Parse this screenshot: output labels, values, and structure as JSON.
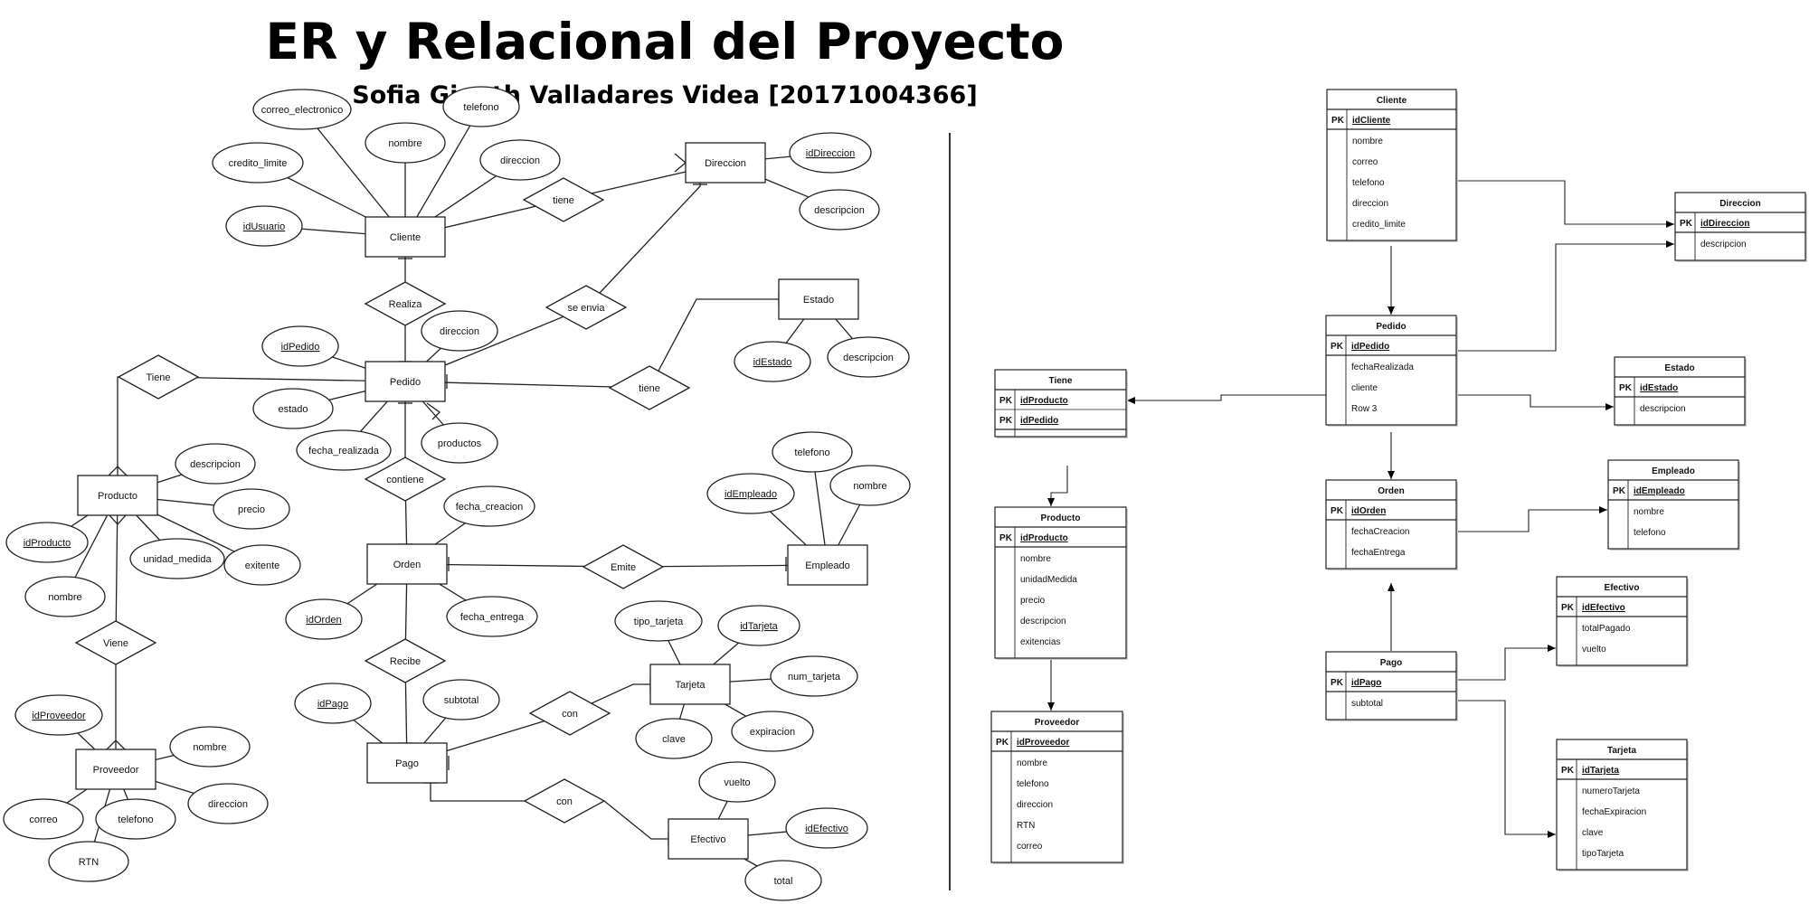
{
  "title": "ER y Relacional del Proyecto",
  "subtitle": "Sofia Gineth Valladares Videa [20171004366]",
  "er": {
    "entities": [
      {
        "id": "cliente",
        "label": "Cliente"
      },
      {
        "id": "direccion",
        "label": "Direccion"
      },
      {
        "id": "estado",
        "label": "Estado"
      },
      {
        "id": "pedido",
        "label": "Pedido"
      },
      {
        "id": "producto",
        "label": "Producto"
      },
      {
        "id": "orden",
        "label": "Orden"
      },
      {
        "id": "empleado",
        "label": "Empleado"
      },
      {
        "id": "tarjeta",
        "label": "Tarjeta"
      },
      {
        "id": "proveedor",
        "label": "Proveedor"
      },
      {
        "id": "pago",
        "label": "Pago"
      },
      {
        "id": "efectivo",
        "label": "Efectivo"
      }
    ],
    "relationships": [
      {
        "id": "tiene_cd",
        "label": "tiene"
      },
      {
        "id": "realiza",
        "label": "Realiza"
      },
      {
        "id": "seenvia",
        "label": "se envia"
      },
      {
        "id": "tiene_pp",
        "label": "Tiene"
      },
      {
        "id": "tiene_pe",
        "label": "tiene"
      },
      {
        "id": "contiene",
        "label": "contiene"
      },
      {
        "id": "emite",
        "label": "Emite"
      },
      {
        "id": "viene",
        "label": "Viene"
      },
      {
        "id": "recibe",
        "label": "Recibe"
      },
      {
        "id": "con_t",
        "label": "con"
      },
      {
        "id": "con_e",
        "label": "con"
      }
    ],
    "attributes": [
      {
        "id": "a_correo",
        "label": "correo_electronico",
        "key": false
      },
      {
        "id": "a_telefono_c",
        "label": "telefono",
        "key": false
      },
      {
        "id": "a_nombre_c",
        "label": "nombre",
        "key": false
      },
      {
        "id": "a_credito",
        "label": "credito_limite",
        "key": false
      },
      {
        "id": "a_direccion_c",
        "label": "direccion",
        "key": false
      },
      {
        "id": "a_idusuario",
        "label": "idUsuario",
        "key": true
      },
      {
        "id": "a_iddireccion",
        "label": "idDireccion",
        "key": true
      },
      {
        "id": "a_desc_d",
        "label": "descripcion",
        "key": false
      },
      {
        "id": "a_idpedido",
        "label": "idPedido",
        "key": true
      },
      {
        "id": "a_direccion_p",
        "label": "direccion",
        "key": false
      },
      {
        "id": "a_estado_p",
        "label": "estado",
        "key": false
      },
      {
        "id": "a_fecha_real",
        "label": "fecha_realizada",
        "key": false
      },
      {
        "id": "a_productos",
        "label": "productos",
        "key": false
      },
      {
        "id": "a_idestado",
        "label": "idEstado",
        "key": true
      },
      {
        "id": "a_desc_e",
        "label": "descripcion",
        "key": false
      },
      {
        "id": "a_desc_prod",
        "label": "descripcion",
        "key": false
      },
      {
        "id": "a_precio",
        "label": "precio",
        "key": false
      },
      {
        "id": "a_idproducto",
        "label": "idProducto",
        "key": true
      },
      {
        "id": "a_unidad",
        "label": "unidad_medida",
        "key": false
      },
      {
        "id": "a_exitente",
        "label": "exitente",
        "key": false
      },
      {
        "id": "a_nombre_prod",
        "label": "nombre",
        "key": false
      },
      {
        "id": "a_fecha_crea",
        "label": "fecha_creacion",
        "key": false
      },
      {
        "id": "a_idorden",
        "label": "idOrden",
        "key": true
      },
      {
        "id": "a_fecha_ent",
        "label": "fecha_entrega",
        "key": false
      },
      {
        "id": "a_telefono_emp",
        "label": "telefono",
        "key": false
      },
      {
        "id": "a_idempleado",
        "label": "idEmpleado",
        "key": true
      },
      {
        "id": "a_nombre_emp",
        "label": "nombre",
        "key": false
      },
      {
        "id": "a_tipo_tarjeta",
        "label": "tipo_tarjeta",
        "key": false
      },
      {
        "id": "a_idtarjeta",
        "label": "idTarjeta",
        "key": true
      },
      {
        "id": "a_num_tarjeta",
        "label": "num_tarjeta",
        "key": false
      },
      {
        "id": "a_clave",
        "label": "clave",
        "key": false
      },
      {
        "id": "a_expiracion",
        "label": "expiracion",
        "key": false
      },
      {
        "id": "a_idproveedor",
        "label": "idProveedor",
        "key": true
      },
      {
        "id": "a_nombre_prov",
        "label": "nombre",
        "key": false
      },
      {
        "id": "a_correo_prov",
        "label": "correo",
        "key": false
      },
      {
        "id": "a_telefono_prov",
        "label": "telefono",
        "key": false
      },
      {
        "id": "a_direccion_prov",
        "label": "direccion",
        "key": false
      },
      {
        "id": "a_rtn",
        "label": "RTN",
        "key": false
      },
      {
        "id": "a_idpago",
        "label": "idPago",
        "key": true
      },
      {
        "id": "a_subtotal",
        "label": "subtotal",
        "key": false
      },
      {
        "id": "a_vuelto",
        "label": "vuelto",
        "key": false
      },
      {
        "id": "a_idefectivo",
        "label": "idEfectivo",
        "key": true
      },
      {
        "id": "a_total",
        "label": "total",
        "key": false
      }
    ]
  },
  "relational": {
    "pk_label": "PK",
    "tables": [
      {
        "id": "t_cliente",
        "name": "Cliente",
        "pk": [
          "idCliente"
        ],
        "fields": [
          "nombre",
          "correo",
          "telefono",
          "direccion",
          "credito_limite"
        ]
      },
      {
        "id": "t_direccion",
        "name": "Direccion",
        "pk": [
          "idDireccion"
        ],
        "fields": [
          "descripcion"
        ]
      },
      {
        "id": "t_pedido",
        "name": "Pedido",
        "pk": [
          "idPedido"
        ],
        "fields": [
          "fechaRealizada",
          "cliente",
          "Row 3"
        ]
      },
      {
        "id": "t_tiene",
        "name": "Tiene",
        "pk": [
          "idProducto",
          "idPedido"
        ],
        "fields": []
      },
      {
        "id": "t_estado",
        "name": "Estado",
        "pk": [
          "idEstado"
        ],
        "fields": [
          "descripcion"
        ]
      },
      {
        "id": "t_producto",
        "name": "Producto",
        "pk": [
          "idProducto"
        ],
        "fields": [
          "nombre",
          "unidadMedida",
          "precio",
          "descripcion",
          "exitencias"
        ]
      },
      {
        "id": "t_orden",
        "name": "Orden",
        "pk": [
          "idOrden"
        ],
        "fields": [
          "fechaCreacion",
          "fechaEntrega"
        ]
      },
      {
        "id": "t_empleado",
        "name": "Empleado",
        "pk": [
          "idEmpleado"
        ],
        "fields": [
          "nombre",
          "telefono"
        ]
      },
      {
        "id": "t_efectivo",
        "name": "Efectivo",
        "pk": [
          "idEfectivo"
        ],
        "fields": [
          "totalPagado",
          "vuelto"
        ]
      },
      {
        "id": "t_pago",
        "name": "Pago",
        "pk": [
          "idPago"
        ],
        "fields": [
          "subtotal"
        ]
      },
      {
        "id": "t_proveedor",
        "name": "Proveedor",
        "pk": [
          "idProveedor"
        ],
        "fields": [
          "nombre",
          "telefono",
          "direccion",
          "RTN",
          "correo"
        ]
      },
      {
        "id": "t_tarjeta",
        "name": "Tarjeta",
        "pk": [
          "idTarjeta"
        ],
        "fields": [
          "numeroTarjeta",
          "fechaExpiracion",
          "clave",
          "tipoTarjeta"
        ]
      }
    ]
  }
}
